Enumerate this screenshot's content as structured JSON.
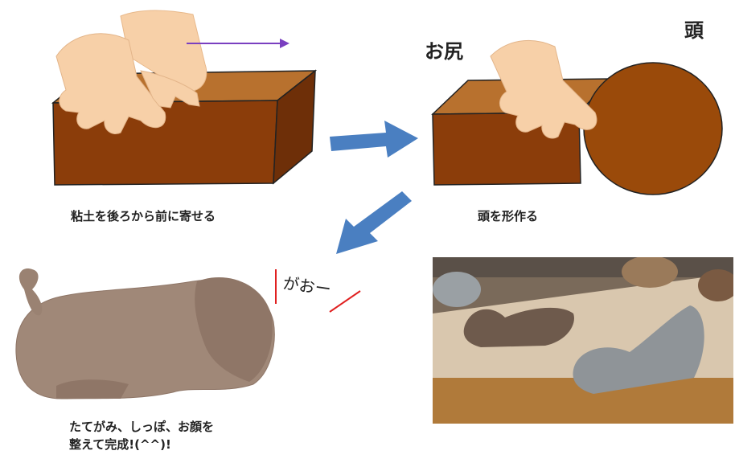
{
  "labels": {
    "butt": "お尻",
    "head": "頭"
  },
  "captions": {
    "step1": "粘土を後ろから前に寄せる",
    "step2": "頭を形作る",
    "step3_line1": "たてがみ、しっぽ、お顔を",
    "step3_line2": "整えて完成!(^^)!"
  },
  "sound_effect": "がおー",
  "colors": {
    "clay_top": "#b8712e",
    "clay_front": "#8b3d0a",
    "clay_side": "#6e2f08",
    "hand": "#f7d0a8",
    "arrow_blue": "#4a7fc1",
    "motion_arrow": "#7a3fc0",
    "accent_red": "#e02020"
  },
  "icons": [
    "motion-arrow-icon",
    "flow-arrow-right-icon",
    "flow-arrow-down-left-icon"
  ]
}
